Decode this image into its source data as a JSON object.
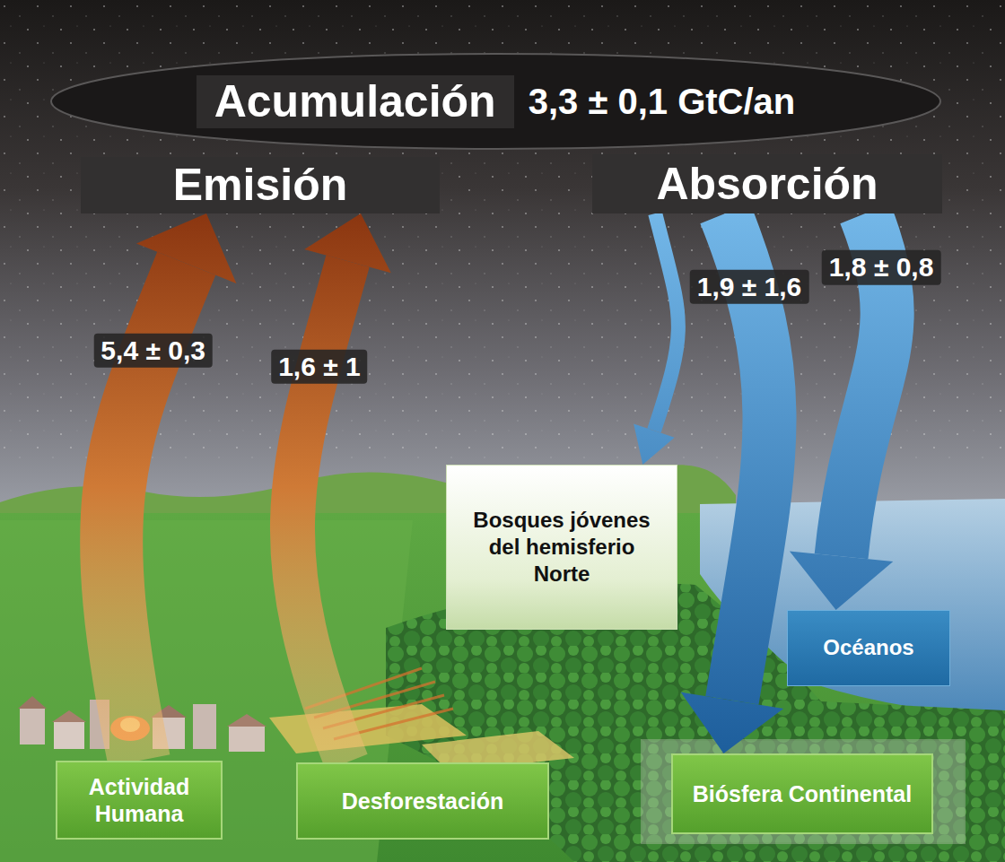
{
  "diagram": {
    "nodes": [
      {
        "text": [
          "Acumulación",
          "3,3 ± 0,1 GtC/an"
        ]
      },
      {
        "text": [
          "Emisión"
        ]
      },
      {
        "text": [
          "Absorción"
        ]
      },
      {
        "text": [
          "Bosques jóvenes del hemisferio Norte"
        ]
      },
      {
        "text": [
          "Océanos"
        ]
      },
      {
        "text": [
          "Actividad Humana"
        ]
      },
      {
        "text": [
          "Desforestación"
        ]
      },
      {
        "text": [
          "Biósfera Continental"
        ]
      }
    ],
    "edges": [
      {
        "from": 5,
        "to": 1,
        "arrow": "to",
        "label": "5,4 ± 0,3"
      },
      {
        "from": 6,
        "to": 1,
        "arrow": "to",
        "label": "1,6 ± 1"
      },
      {
        "from": 2,
        "to": 3,
        "arrow": "to"
      },
      {
        "from": 2,
        "to": 7,
        "arrow": "to",
        "label": "1,9 ± 1,6"
      },
      {
        "from": 2,
        "to": 4,
        "arrow": "to",
        "label": "1,8 ± 0,8"
      }
    ]
  }
}
